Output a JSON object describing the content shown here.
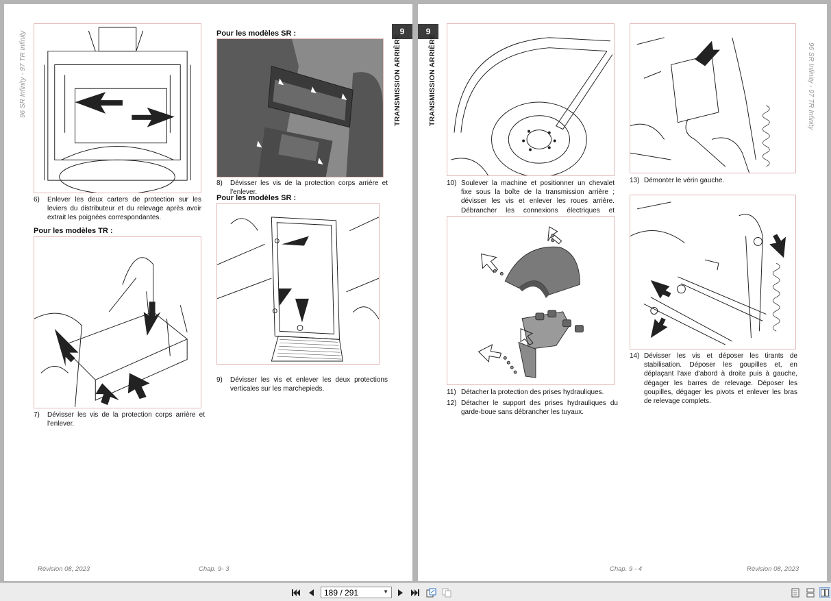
{
  "viewer": {
    "page_indicator": "189 / 291",
    "buttons": [
      "first-page",
      "previous-page",
      "next-page",
      "last-page",
      "export",
      "copy",
      "single-page-view",
      "continuous-view",
      "two-page-view"
    ]
  },
  "left_page": {
    "model_side": "96 SR Infinity - 97 TR Infinity",
    "chapter_number": "9",
    "chapter_title": "TRANSMISSION ARRIÈRE",
    "heading_tr": "Pour les modèles TR :",
    "heading_sr_1": "Pour les modèles SR :",
    "heading_sr_2": "Pour les modèles SR :",
    "steps": [
      {
        "num": "6)",
        "text": "Enlever les deux carters de protection sur les leviers du distributeur et du relevage après avoir extrait les poignées correspondantes."
      },
      {
        "num": "7)",
        "text": "Dévisser les vis de la protection corps arrière et l'enlever."
      },
      {
        "num": "8)",
        "text": "Dévisser les vis de la protection corps arrière et l'enlever."
      },
      {
        "num": "9)",
        "text": "Dévisser les vis et enlever les deux protections verticales sur les marchepieds."
      }
    ],
    "footer_revision": "Révision 08, 2023",
    "footer_chap": "Chap. 9- 3"
  },
  "right_page": {
    "model_side": "96 SR Infinity - 97 TR Infinity",
    "chapter_number": "9",
    "chapter_title": "TRANSMISSION ARRIÈRE",
    "steps": [
      {
        "num": "10)",
        "text": "Soulever la machine et positionner un chevalet fixe sous la boîte de la transmission arrière ; dévisser les vis et enlever les roues arrière. Débrancher les connexions électriques et démonter les garde-boue."
      },
      {
        "num": "11)",
        "text": "Détacher la protection des prises hydrauliques."
      },
      {
        "num": "12)",
        "text": "Détacher le support des prises hydrauliques du garde-boue sans débrancher les tuyaux."
      },
      {
        "num": "13)",
        "text": "Démonter le vérin gauche."
      },
      {
        "num": "14)",
        "text": "Dévisser les vis et déposer les tirants de stabilisation. Déposer les goupilles et, en déplaçant l'axe d'abord à droite puis à gauche, dégager les barres de relevage. Déposer les goupilles, dégager les pivots et enlever les bras de relevage complets."
      }
    ],
    "footer_chap": "Chap. 9 - 4",
    "footer_revision": "Révision 08, 2023"
  },
  "colors": {
    "viewer_bg": "#b4b4b4",
    "tab": "#3c3c3c",
    "figure_border": "#e3b8b8"
  }
}
